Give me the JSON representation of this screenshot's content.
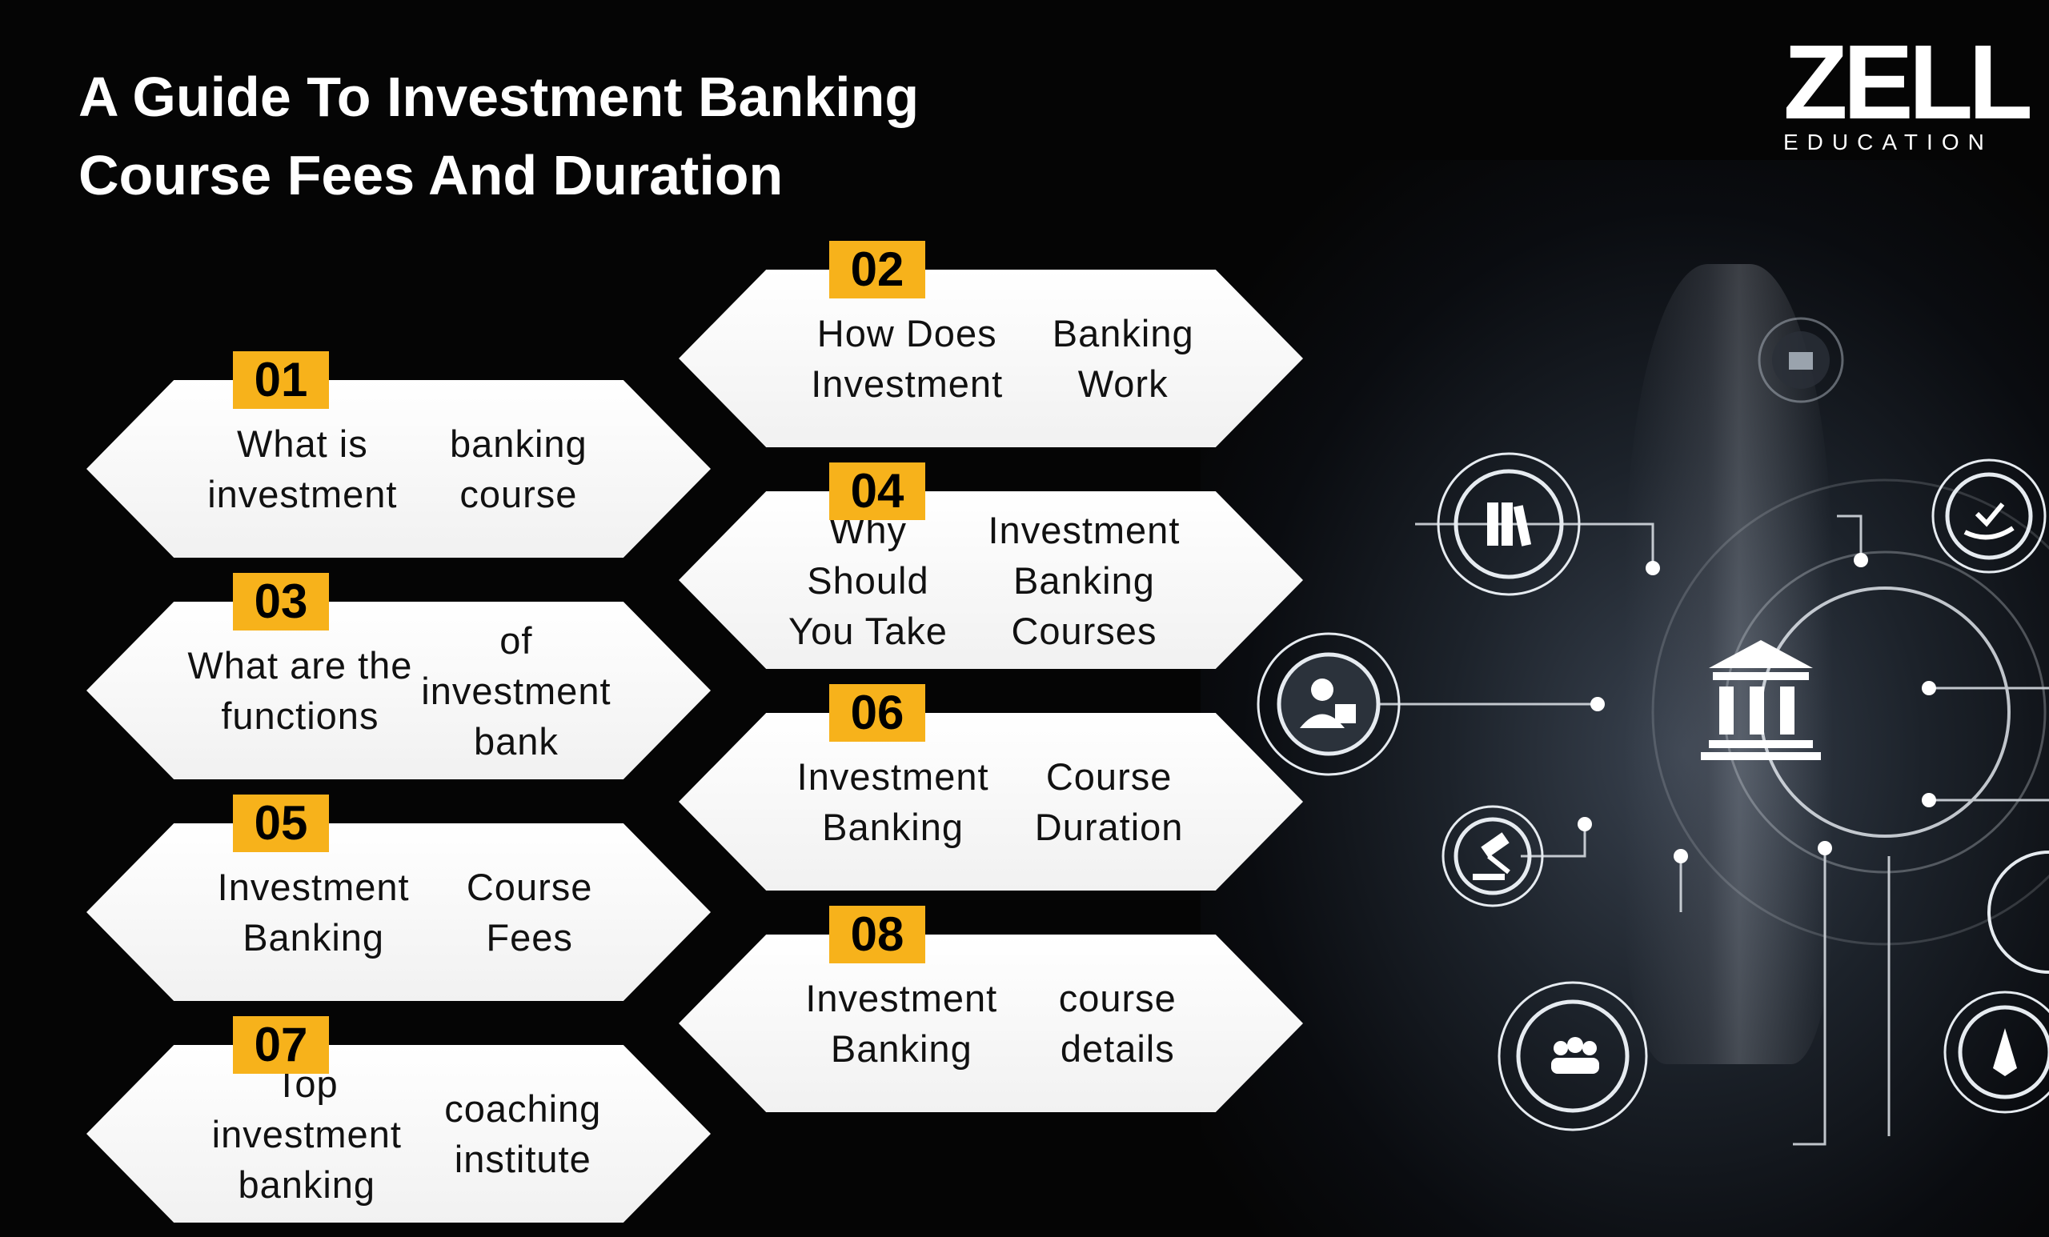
{
  "title": {
    "line1": "A Guide To Investment Banking",
    "line2": "Course Fees And Duration"
  },
  "logo": {
    "main": "ZELL",
    "sub": "EDUCATION"
  },
  "topics": [
    {
      "number": "01",
      "line1": "What is investment",
      "line2": "banking course"
    },
    {
      "number": "02",
      "line1": "How Does Investment",
      "line2": "Banking Work"
    },
    {
      "number": "03",
      "line1": "What are the functions",
      "line2": "of investment bank"
    },
    {
      "number": "04",
      "line1": "Why Should You Take",
      "line2": "Investment Banking Courses"
    },
    {
      "number": "05",
      "line1": "Investment Banking",
      "line2": "Course Fees"
    },
    {
      "number": "06",
      "line1": "Investment Banking",
      "line2": "Course Duration"
    },
    {
      "number": "07",
      "line1": "Top investment banking",
      "line2": "coaching institute"
    },
    {
      "number": "08",
      "line1": "Investment Banking",
      "line2": "course details"
    }
  ],
  "colors": {
    "background": "#050505",
    "badge": "#f7b21b",
    "card": "#ffffff",
    "text_dark": "#111111",
    "text_light": "#ffffff"
  },
  "icons": [
    "bank-icon",
    "briefcase-icon",
    "books-icon",
    "hand-check-icon",
    "businessman-icon",
    "gavel-icon",
    "team-icon",
    "pen-icon",
    "document-icon"
  ]
}
